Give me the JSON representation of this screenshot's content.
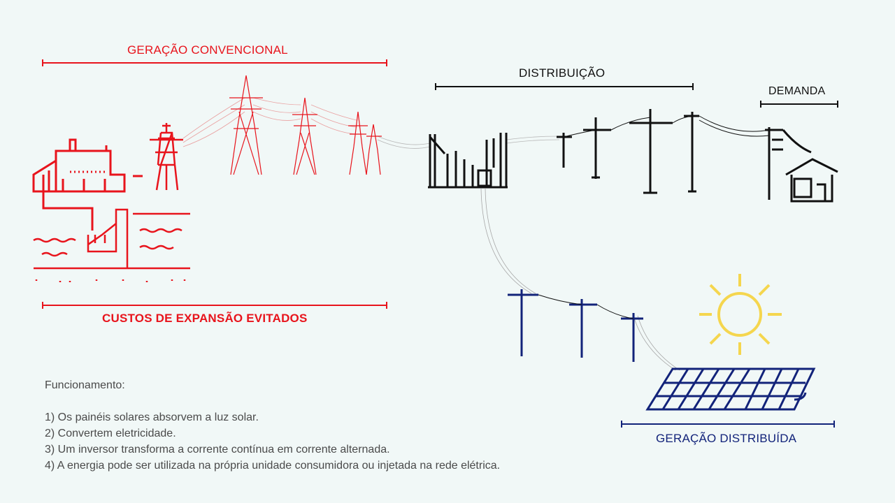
{
  "labels": {
    "conventional_generation": "GERAÇÃO CONVENCIONAL",
    "avoided_costs": "CUSTOS DE EXPANSÃO EVITADOS",
    "distribution": "DISTRIBUIÇÃO",
    "demand": "DEMANDA",
    "distributed_generation": "GERAÇÃO DISTRIBUÍDA"
  },
  "operation": {
    "title": "Funcionamento:",
    "steps": [
      "1) Os painéis solares absorvem a luz solar.",
      "2) Convertem eletricidade.",
      "3) Um inversor transforma a corrente contínua em corrente alternada.",
      "4) A energia pode ser utilizada na própria unidade consumidora ou injetada na rede elétrica."
    ]
  },
  "colors": {
    "conventional": "#e8141c",
    "distribution": "#111111",
    "distributed": "#12237a",
    "sun": "#f5d64e",
    "background": "#f1f8f7"
  },
  "icons": [
    "power-plant-icon",
    "hydro-dam-icon",
    "transmission-tower-icon",
    "substation-icon",
    "utility-pole-icon",
    "house-icon",
    "sun-icon",
    "solar-panel-icon"
  ]
}
